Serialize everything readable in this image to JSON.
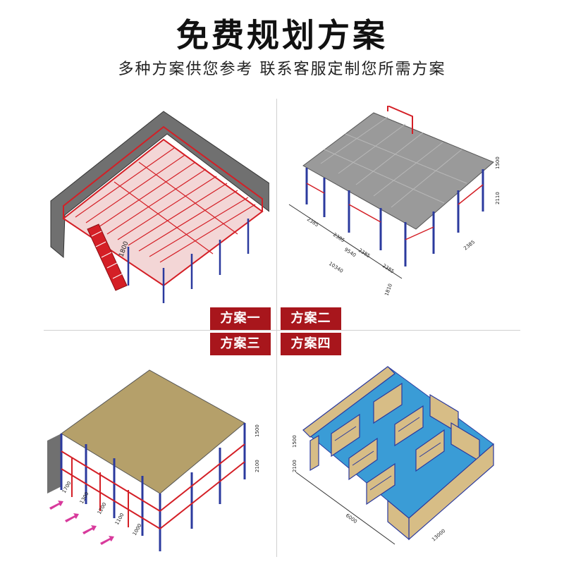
{
  "header": {
    "title": "免费规划方案",
    "subtitle": "多种方案供您参考 联系客服定制您所需方案"
  },
  "plans": [
    {
      "label": "方案一"
    },
    {
      "label": "方案二"
    },
    {
      "label": "方案三"
    },
    {
      "label": "方案四"
    }
  ],
  "colors": {
    "badge": "#a8161c",
    "frame_red": "#d41f26",
    "frame_blue": "#2b3a9e",
    "deck_gray": "#9a9a9a",
    "deck_tan": "#b5a06a",
    "floor_cyan": "#3a9cd6",
    "wall_gray": "#707070"
  },
  "dimensions": {
    "plan1": [
      "1800"
    ],
    "plan2": [
      "2385",
      "2385",
      "2385",
      "2385",
      "9540",
      "10340",
      "2385",
      "1810",
      "1500",
      "2110"
    ],
    "plan3": [
      "1500",
      "2100",
      "1700",
      "1300",
      "1200",
      "1100",
      "1000"
    ],
    "plan4": [
      "1500",
      "2100",
      "6000",
      "13000"
    ]
  }
}
